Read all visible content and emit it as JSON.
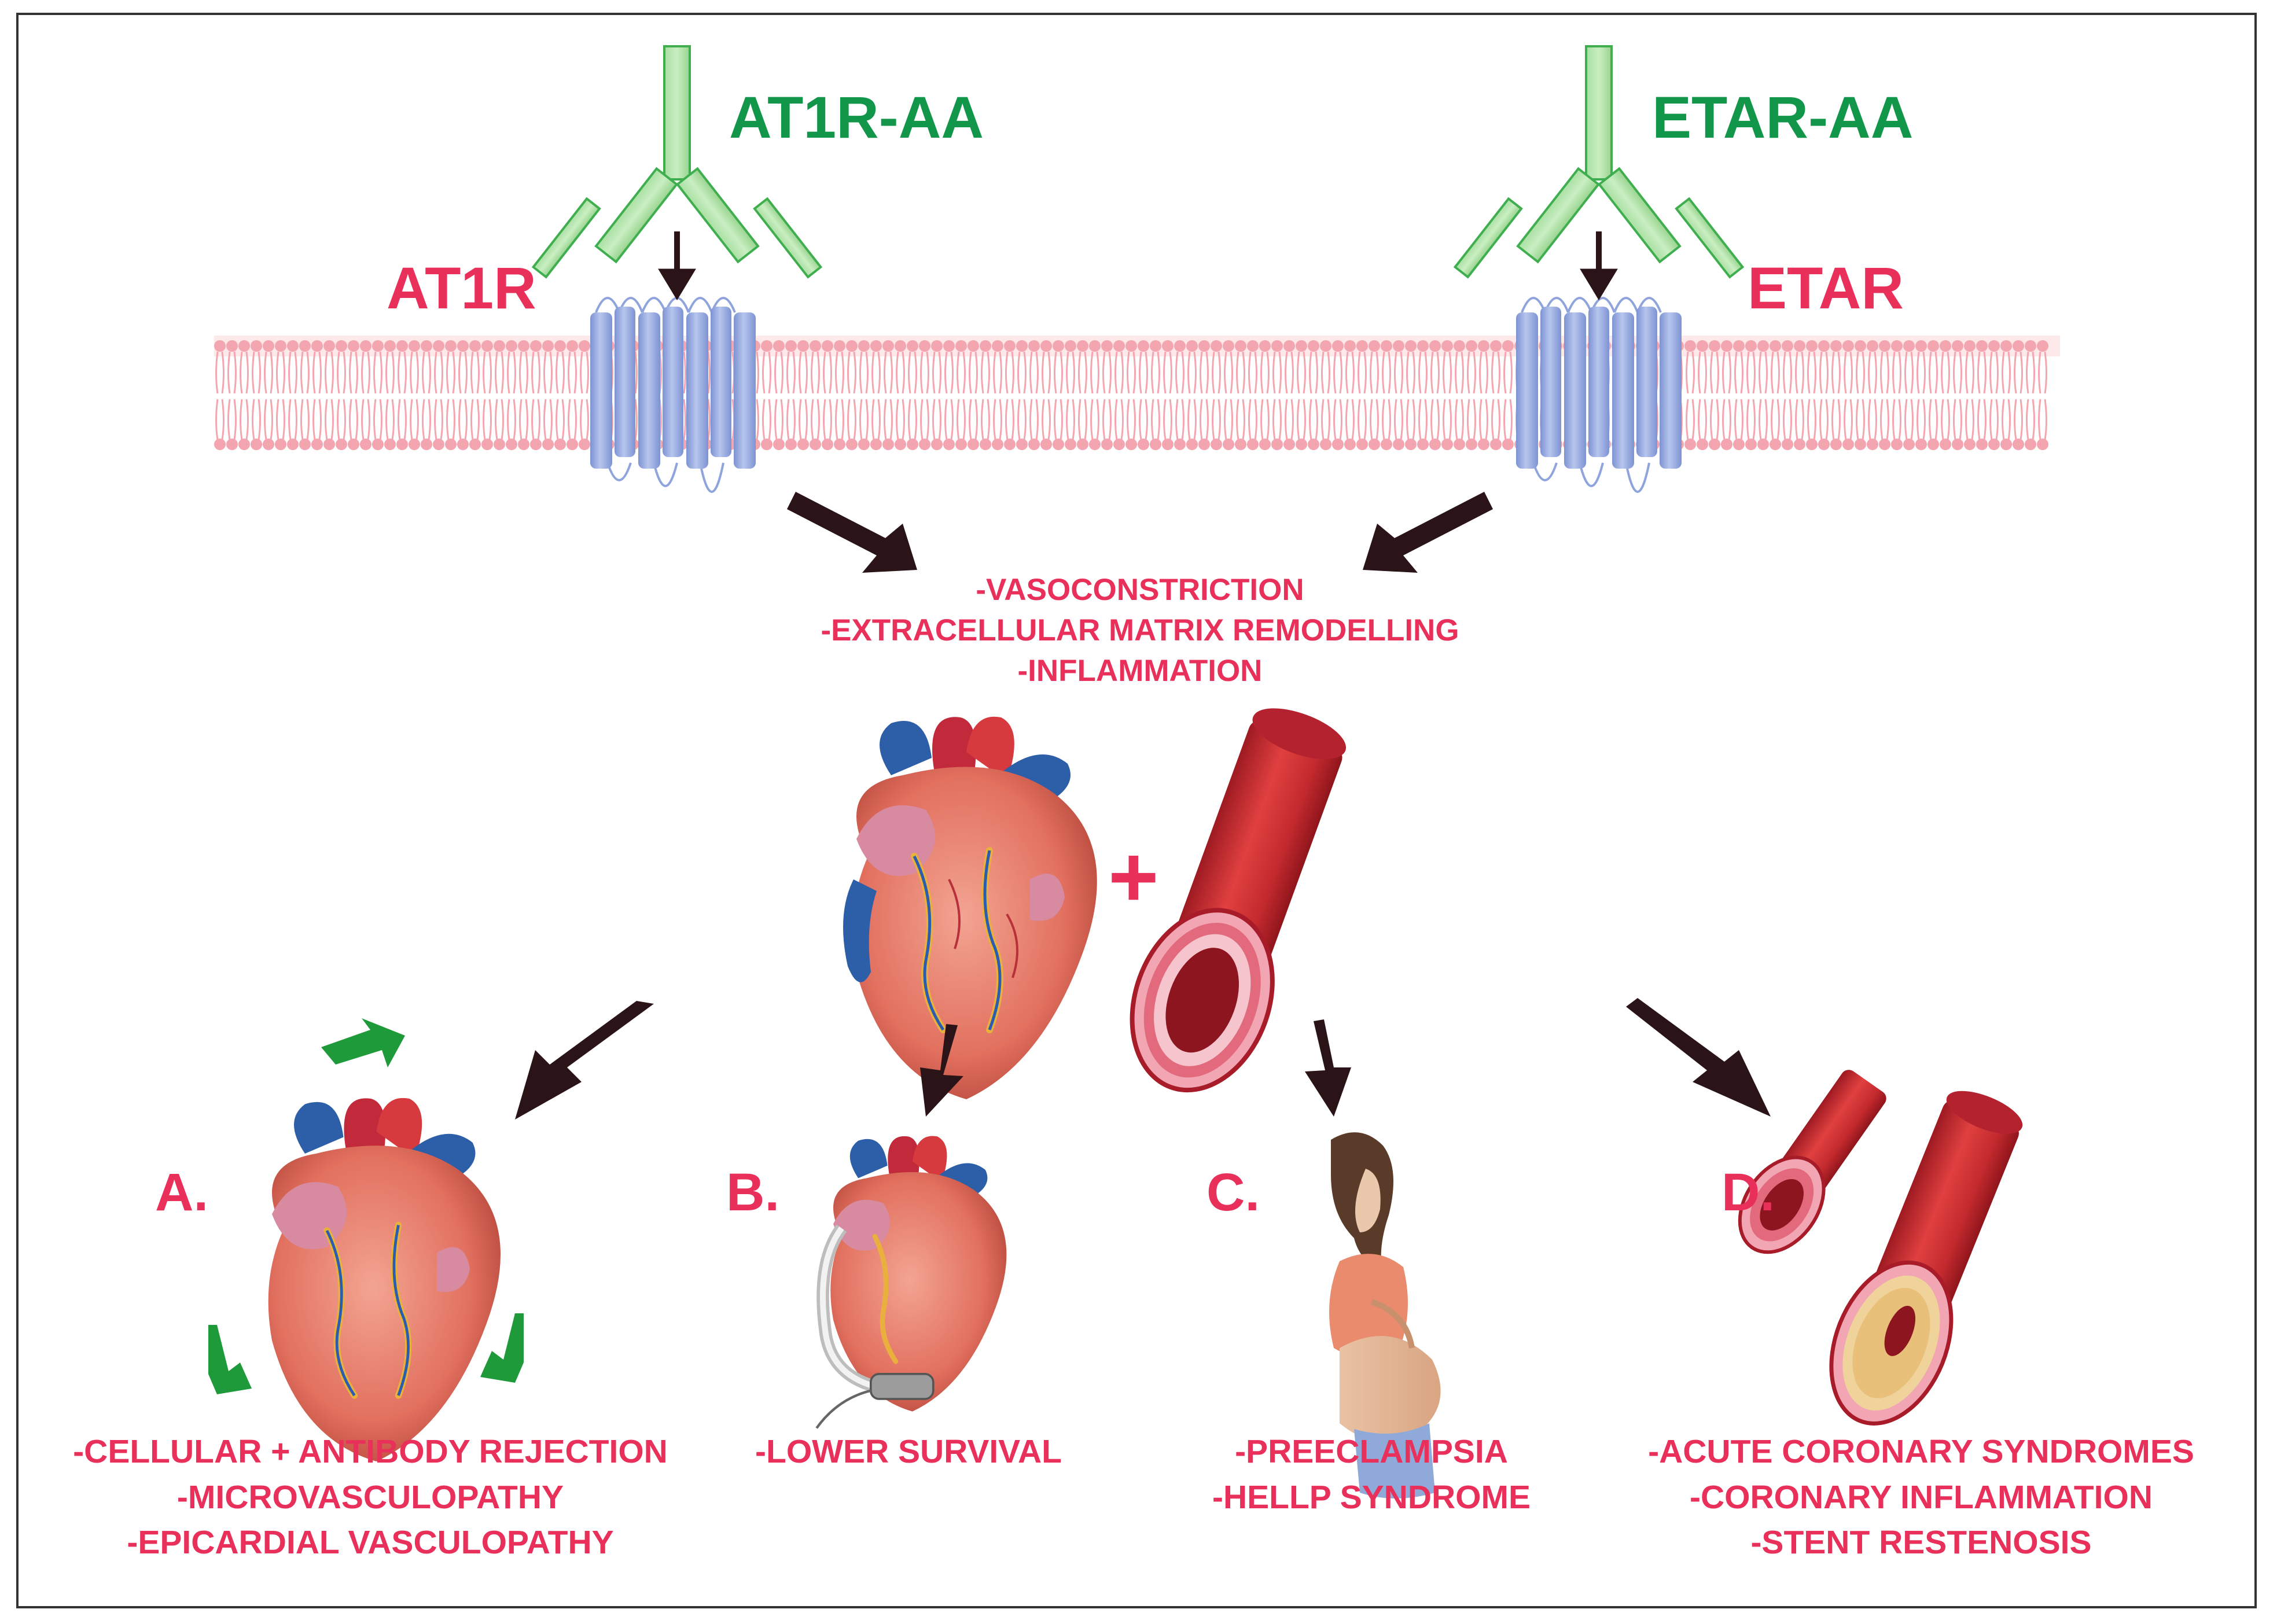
{
  "labels": {
    "at1r_aa": "AT1R-AA",
    "etar_aa": "ETAR-AA",
    "at1r": "AT1R",
    "etar": "ETAR",
    "plus": "+"
  },
  "central_effects": [
    "-VASOCONSTRICTION",
    "-EXTRACELLULAR MATRIX REMODELLING",
    "-INFLAMMATION"
  ],
  "outcomes": [
    {
      "letter": "A.",
      "items": [
        "-CELLULAR + ANTIBODY REJECTION",
        "-MICROVASCULOPATHY",
        "-EPICARDIAL VASCULOPATHY"
      ]
    },
    {
      "letter": "B.",
      "items": [
        "-LOWER SURVIVAL"
      ]
    },
    {
      "letter": "C.",
      "items": [
        "-PREECLAMPSIA",
        "-HELLP SYNDROME"
      ]
    },
    {
      "letter": "D.",
      "items": [
        "-ACUTE CORONARY SYNDROMES",
        "-CORONARY INFLAMMATION",
        "-STENT RESTENOSIS"
      ]
    }
  ],
  "colors": {
    "accent": "#e8305a",
    "antibody": "#12964a",
    "membrane": "#f3a6b0",
    "receptor": "#8fa4dc",
    "arrow": "#2a1418"
  },
  "icons": [
    "antibody-icon",
    "receptor-icon",
    "heart-icon",
    "artery-icon",
    "recycle-icon",
    "lvad-heart-icon",
    "pregnant-woman-icon",
    "stenosed-artery-icon"
  ]
}
